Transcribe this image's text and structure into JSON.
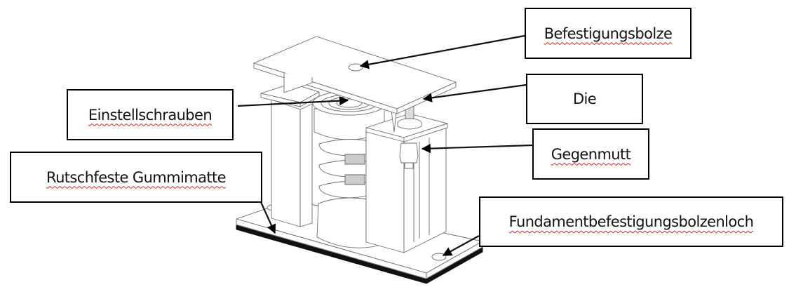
{
  "diagram": {
    "subject": "Spring vibration isolator (Federschwingungsdämpfer) with labeled components",
    "labels": [
      {
        "id": "befestigungsbolze",
        "text": "Befestigungsbolze",
        "spellcheck_underline": true,
        "points_to": "top plate bolt hole"
      },
      {
        "id": "einstellschrauben",
        "text": "Einstellschrauben",
        "spellcheck_underline": true,
        "points_to": "adjustment screw in spring cup"
      },
      {
        "id": "die",
        "text": "Die",
        "spellcheck_underline": false,
        "points_to": "threaded rod / die"
      },
      {
        "id": "gegenmutt",
        "text": "Gegenmutt",
        "spellcheck_underline": true,
        "points_to": "lock nut under side bracket"
      },
      {
        "id": "rutschfeste",
        "text": "Rutschfeste Gummimatte",
        "spellcheck_underline": true,
        "points_to": "anti-slip rubber mat under base"
      },
      {
        "id": "fundament",
        "text": "Fundamentbefestigungsbolzenloch",
        "spellcheck_underline": true,
        "points_to": "foundation bolt hole in base plate"
      }
    ],
    "colors": {
      "line": "#555555",
      "arrow": "#000000",
      "rubber_mat": "#111111",
      "spellcheck": "#d62020"
    }
  }
}
